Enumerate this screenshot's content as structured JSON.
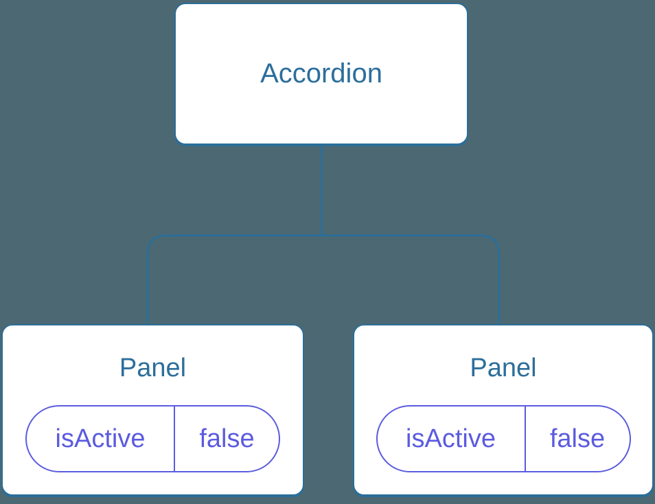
{
  "diagram": {
    "background_color": "#4C6872",
    "line_color": "#2B6E98",
    "node_text_color": "#2C6E9B",
    "pill_accent_color": "#5B5BDF",
    "node_background_color": "#FFFFFF",
    "root_node": {
      "label": "Accordion"
    },
    "child_nodes": [
      {
        "label": "Panel",
        "props": [
          {
            "name": "isActive",
            "value": "false"
          }
        ]
      },
      {
        "label": "Panel",
        "props": [
          {
            "name": "isActive",
            "value": "false"
          }
        ]
      }
    ]
  }
}
